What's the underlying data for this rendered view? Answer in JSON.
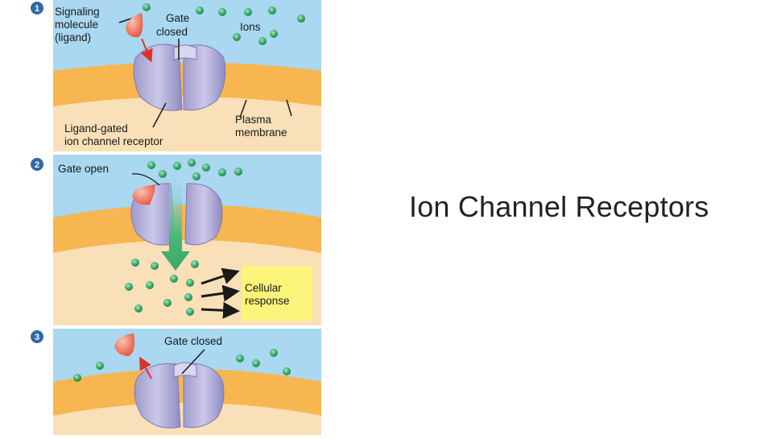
{
  "slide": {
    "title": "Ion Channel Receptors"
  },
  "figure": {
    "panel1": {
      "step_number": "1",
      "label_signaling": [
        "Signaling",
        "molecule",
        "(ligand)"
      ],
      "label_gate": [
        "Gate",
        "closed"
      ],
      "label_ions": "Ions",
      "label_receptor": [
        "Ligand-gated",
        "ion channel receptor"
      ],
      "label_membrane": [
        "Plasma",
        "membrane"
      ]
    },
    "panel2": {
      "step_number": "2",
      "label_gate_open": "Gate open",
      "label_response": [
        "Cellular",
        "response"
      ]
    },
    "panel3": {
      "step_number": "3",
      "label_gate_closed": "Gate closed"
    }
  },
  "colors": {
    "extracellular": "#a9d8f0",
    "membrane": "#f7b64f",
    "cytoplasm": "#fae0b8",
    "channel": "#b7b3dc",
    "ligand": "#f27b62",
    "ion": "#3cae6e",
    "arrow": "#4ab87a",
    "response_box": "#fbf47a",
    "step_badge": "#2d6aa3"
  }
}
